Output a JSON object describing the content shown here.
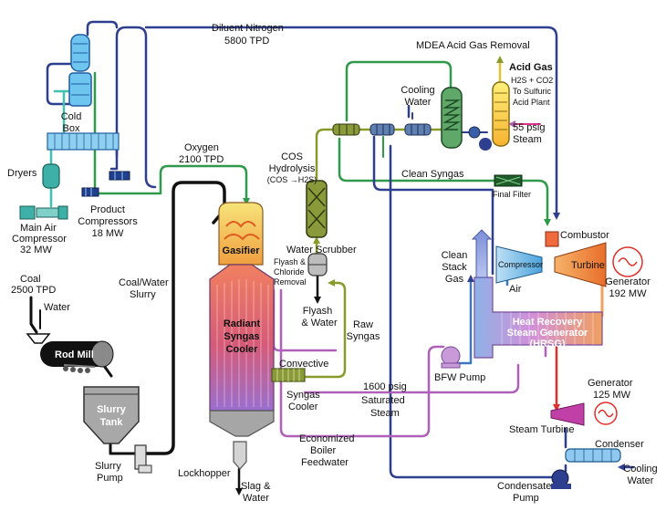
{
  "labels": {
    "diluent_nitrogen": "Diluent Nitrogen",
    "diluent_nitrogen_rate": "5800 TPD",
    "mdea": "MDEA Acid Gas Removal",
    "acid_gas": "Acid Gas",
    "acid_gas_dest_1": "H2S + CO2",
    "acid_gas_dest_2": "To Sulfuric",
    "acid_gas_dest_3": "Acid Plant",
    "steam_psig": "55 psig",
    "steam": "Steam",
    "cooling_water_top_1": "Cooling",
    "cooling_water_top_2": "Water",
    "cold_box_1": "Cold",
    "cold_box_2": "Box",
    "dryers": "Dryers",
    "main_air_1": "Main Air",
    "main_air_2": "Compressor",
    "main_air_3": "32 MW",
    "product_comp_1": "Product",
    "product_comp_2": "Compressors",
    "product_comp_3": "18 MW",
    "oxygen": "Oxygen",
    "oxygen_rate": "2100 TPD",
    "cos_1": "COS",
    "cos_2": "Hydrolysis",
    "cos_3": "(COS →H2S)",
    "clean_syngas": "Clean Syngas",
    "final_filter": "Final Filter",
    "combustor": "Combustor",
    "compressor": "Compressor",
    "turbine": "Turbine",
    "air": "Air",
    "clean_stack_1": "Clean",
    "clean_stack_2": "Stack",
    "clean_stack_3": "Gas",
    "generator_192_1": "Generator",
    "generator_192_2": "192 MW",
    "gasifier": "Gasifier",
    "water_scrubber": "Water  Scrubber",
    "flyash_1": "Flyash &",
    "flyash_2": "Chloride",
    "flyash_3": "Removal",
    "flyash_water_1": "Flyash",
    "flyash_water_2": "& Water",
    "raw_syngas_1": "Raw",
    "raw_syngas_2": "Syngas",
    "coal": "Coal",
    "coal_rate": "2500 TPD",
    "water": "Water",
    "coal_slurry_1": "Coal/Water",
    "coal_slurry_2": "Slurry",
    "rod_mill": "Rod Mill",
    "slurry_tank_1": "Slurry",
    "slurry_tank_2": "Tank",
    "slurry_pump_1": "Slurry",
    "slurry_pump_2": "Pump",
    "radiant_1": "Radiant",
    "radiant_2": "Syngas",
    "radiant_3": "Cooler",
    "convective_1": "Convective",
    "convective_2": "Syngas",
    "convective_3": "Cooler",
    "sat_steam_1": "1600 psig",
    "sat_steam_2": "Saturated",
    "sat_steam_3": "Steam",
    "hrsg_1": "Heat Recovery",
    "hrsg_2": "Steam Generator",
    "hrsg_3": "(HRSG)",
    "bfw_pump": "BFW Pump",
    "generator_125_1": "Generator",
    "generator_125_2": "125 MW",
    "steam_turbine": "Steam Turbine",
    "economized_1": "Economized",
    "economized_2": "Boiler",
    "economized_3": "Feedwater",
    "lockhopper": "Lockhopper",
    "slag_1": "Slag &",
    "slag_2": "Water",
    "condenser": "Condenser",
    "cooling_water_bot_1": "Cooling",
    "cooling_water_bot_2": "Water",
    "condensate_1": "Condensate",
    "condensate_2": "Pump"
  },
  "colors": {
    "nitrogen_line": "#2e3f8f",
    "oxygen_line": "#2f9a4a",
    "syngas_raw": "#8a9a2a",
    "steam_line": "#b060b8",
    "coal_line": "#111111",
    "water_line": "#3a78c0",
    "air_line": "#40c0b0"
  }
}
